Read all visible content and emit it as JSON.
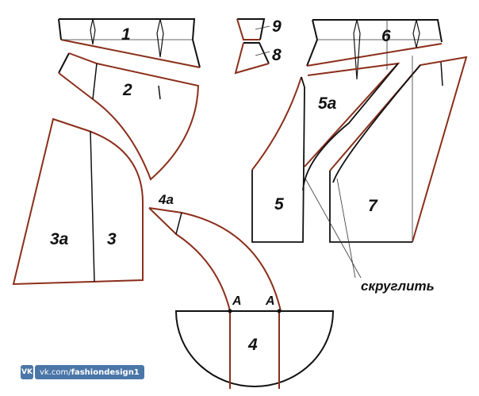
{
  "labels": {
    "p1": "1",
    "p2": "2",
    "p3": "3",
    "p3a": "3а",
    "p4": "4",
    "p4a": "4а",
    "p5": "5",
    "p5a": "5а",
    "p6": "6",
    "p7": "7",
    "p8": "8",
    "p9": "9",
    "pointA1": "А",
    "pointA2": "А"
  },
  "annotation": "скруглить",
  "watermark": {
    "logo": "VK",
    "url_prefix": "vk.com/",
    "url_bold": "fashiondesign1"
  },
  "colors": {
    "outline": "#111111",
    "seam": "#8b2e1a",
    "vk": "#4a76a8"
  }
}
